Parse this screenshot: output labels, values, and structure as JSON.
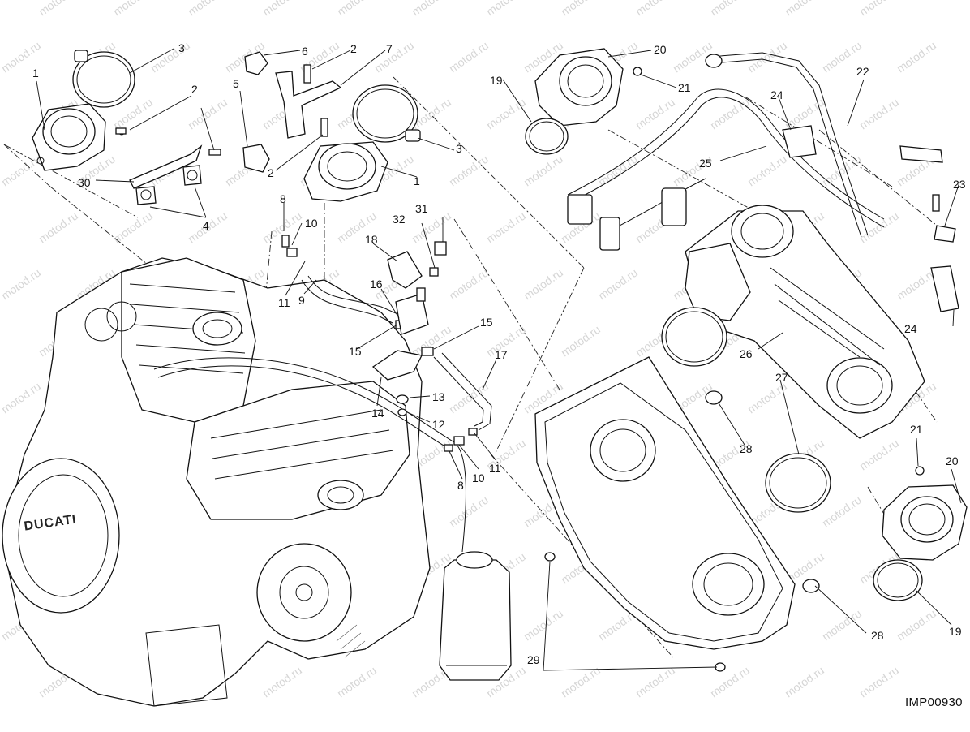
{
  "drawing": {
    "code": "IMP00930",
    "watermark": "motod.ru",
    "brand": "DUCATI"
  },
  "callouts": [
    "1",
    "1",
    "2",
    "2",
    "2",
    "3",
    "3",
    "4",
    "5",
    "6",
    "7",
    "8",
    "8",
    "9",
    "10",
    "10",
    "11",
    "11",
    "12",
    "13",
    "14",
    "15",
    "15",
    "16",
    "17",
    "18",
    "19",
    "19",
    "20",
    "20",
    "21",
    "21",
    "22",
    "23",
    "24",
    "24",
    "25",
    "26",
    "27",
    "28",
    "28",
    "29",
    "30",
    "31",
    "32"
  ]
}
